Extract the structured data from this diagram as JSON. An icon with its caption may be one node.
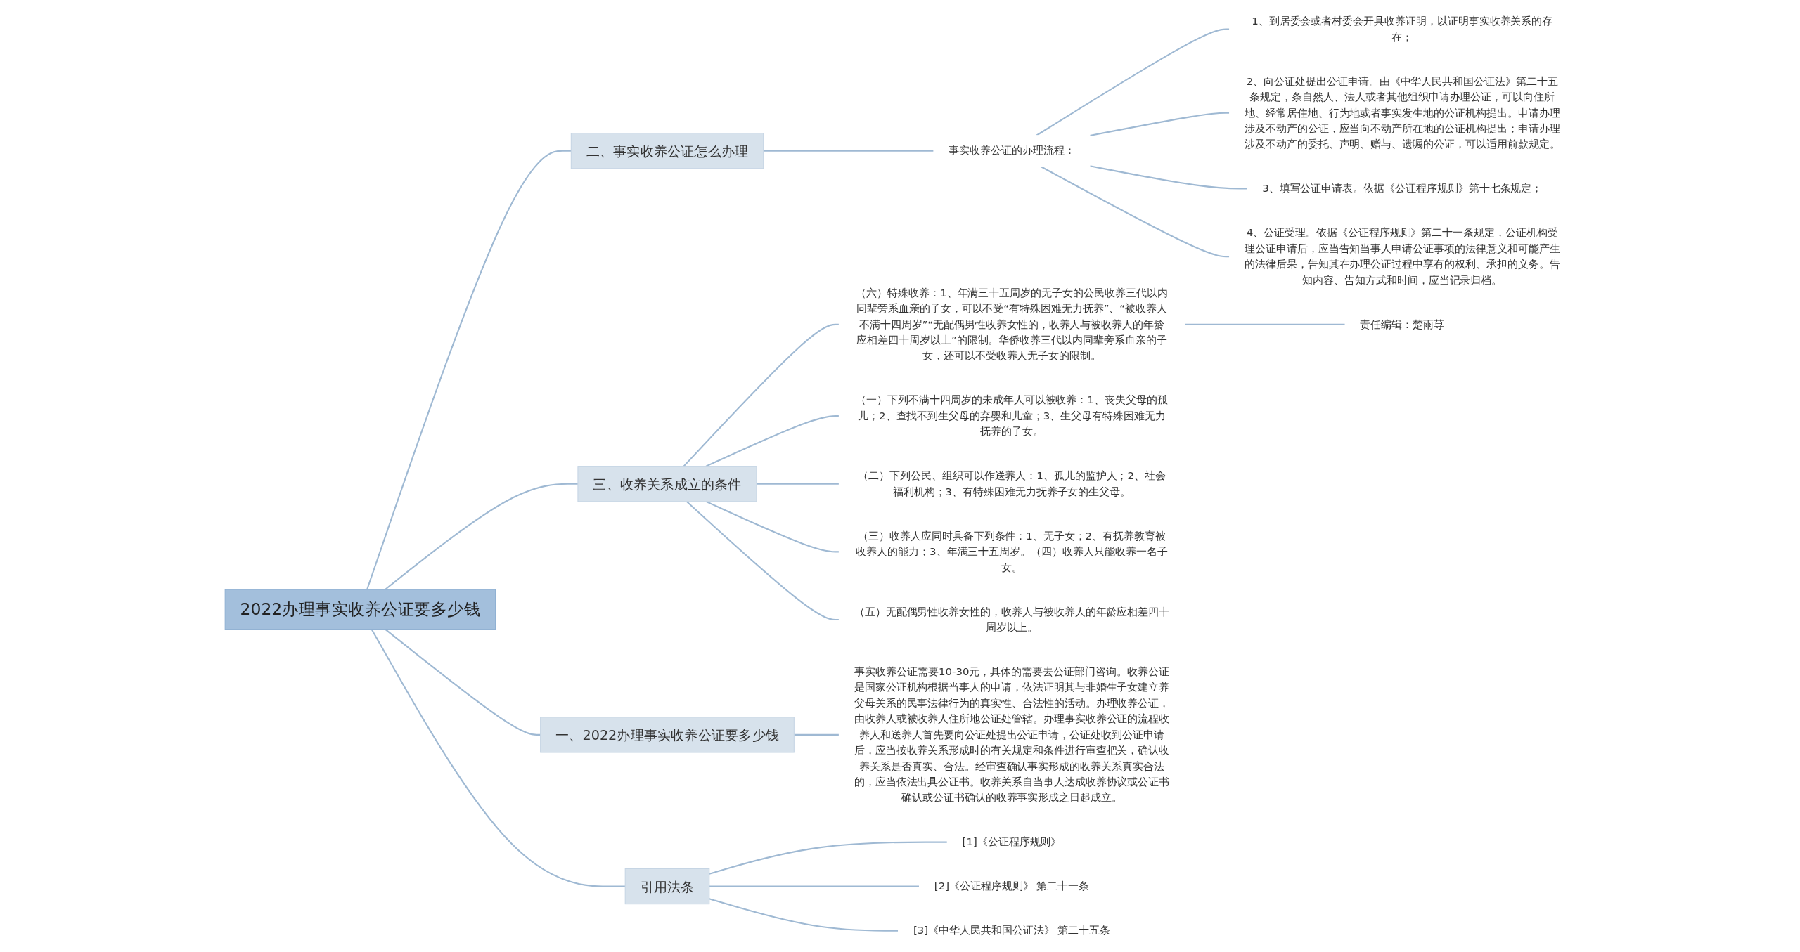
{
  "diagram": {
    "nodes": [
      {
        "text": [
          "2022办理事实收养公证要多少钱"
        ]
      },
      {
        "text": [
          "一、2022办理事实收养公证要多少钱"
        ]
      },
      {
        "text": [
          "事实收养公证需要10-30元，具体的需要去公证部门咨询。收养公证是国家公证机构根据当事人的申请，依法证明其与非婚生子女建立养父母关系的民事法律行为的真实性、合法性的活动。办理收养公证，由收养人或被收养人住所地公证处管辖。办理事实收养公证的流程收养人和送养人首先要向公证处提出公证申请，公证处收到公证申请后，应当按收养关系形成时的有关规定和条件进行审查把关，确认收养关系是否真实、合法。经审查确认事实形成的收养关系真实合法的，应当依法出具公证书。收养关系自当事人达成收养协议或公证书确认或公证书确认的收养事实形成之日起成立。"
        ]
      },
      {
        "text": [
          "二、事实收养公证怎么办理"
        ]
      },
      {
        "text": [
          "事实收养公证的办理流程："
        ]
      },
      {
        "text": [
          "1、到居委会或者村委会开具收养证明，以证明事实收养关系的存在；"
        ]
      },
      {
        "text": [
          "2、向公证处提出公证申请。由《中华人民共和国公证法》第二十五条规定，条自然人、法人或者其他组织申请办理公证，可以向住所地、经常居住地、行为地或者事实发生地的公证机构提出。申请办理涉及不动产的公证，应当向不动产所在地的公证机构提出；申请办理涉及不动产的委托、声明、赠与、遗嘱的公证，可以适用前款规定。"
        ]
      },
      {
        "text": [
          "3、填写公证申请表。依据《公证程序规则》第十七条规定；"
        ]
      },
      {
        "text": [
          "4、公证受理。依据《公证程序规则》第二十一条规定，公证机构受理公证申请后，应当告知当事人申请公证事项的法律意义和可能产生的法律后果，告知其在办理公证过程中享有的权利、承担的义务。告知内容、告知方式和时间，应当记录归档。"
        ]
      },
      {
        "text": [
          "引用法条"
        ]
      },
      {
        "text": [
          "[1]《公证程序规则》"
        ]
      },
      {
        "text": [
          "[2]《公证程序规则》 第二十一条"
        ]
      },
      {
        "text": [
          "[3]《中华人民共和国公证法》 第二十五条"
        ]
      },
      {
        "text": [
          "三、收养关系成立的条件"
        ]
      },
      {
        "text": [
          "（一）下列不满十四周岁的未成年人可以被收养：1、丧失父母的孤儿；2、查找不到生父母的弃婴和儿童；3、生父母有特殊困难无力抚养的子女。"
        ]
      },
      {
        "text": [
          "（二）下列公民、组织可以作送养人：1、孤儿的监护人；2、社会福利机构；3、有特殊困难无力抚养子女的生父母。"
        ]
      },
      {
        "text": [
          "（三）收养人应同时具备下列条件：1、无子女；2、有抚养教育被收养人的能力；3、年满三十五周岁。（四）收养人只能收养一名子女。"
        ]
      },
      {
        "text": [
          "（五）无配偶男性收养女性的，收养人与被收养人的年龄应相差四十周岁以上。"
        ]
      },
      {
        "text": [
          "（六）特殊收养：1、年满三十五周岁的无子女的公民收养三代以内同辈旁系血亲的子女，可以不受“有特殊困难无力抚养”、“被收养人不满十四周岁”“无配偶男性收养女性的，收养人与被收养人的年龄应相差四十周岁以上”的限制。华侨收养三代以内同辈旁系血亲的子女，还可以不受收养人无子女的限制。"
        ]
      },
      {
        "text": [
          "责任编辑：楚雨荨"
        ]
      }
    ],
    "edges": [
      {
        "from": 0,
        "to": 1,
        "arrow": "none"
      },
      {
        "from": 1,
        "to": 2,
        "arrow": "none"
      },
      {
        "from": 0,
        "to": 3,
        "arrow": "none"
      },
      {
        "from": 3,
        "to": 4,
        "arrow": "none"
      },
      {
        "from": 4,
        "to": 5,
        "arrow": "none"
      },
      {
        "from": 4,
        "to": 6,
        "arrow": "none"
      },
      {
        "from": 4,
        "to": 7,
        "arrow": "none"
      },
      {
        "from": 4,
        "to": 8,
        "arrow": "none"
      },
      {
        "from": 0,
        "to": 9,
        "arrow": "none"
      },
      {
        "from": 9,
        "to": 10,
        "arrow": "none"
      },
      {
        "from": 9,
        "to": 11,
        "arrow": "none"
      },
      {
        "from": 9,
        "to": 12,
        "arrow": "none"
      },
      {
        "from": 0,
        "to": 13,
        "arrow": "none"
      },
      {
        "from": 13,
        "to": 14,
        "arrow": "none"
      },
      {
        "from": 13,
        "to": 15,
        "arrow": "none"
      },
      {
        "from": 13,
        "to": 16,
        "arrow": "none"
      },
      {
        "from": 13,
        "to": 17,
        "arrow": "none"
      },
      {
        "from": 13,
        "to": 18,
        "arrow": "none"
      },
      {
        "from": 18,
        "to": 19,
        "arrow": "none"
      }
    ]
  }
}
